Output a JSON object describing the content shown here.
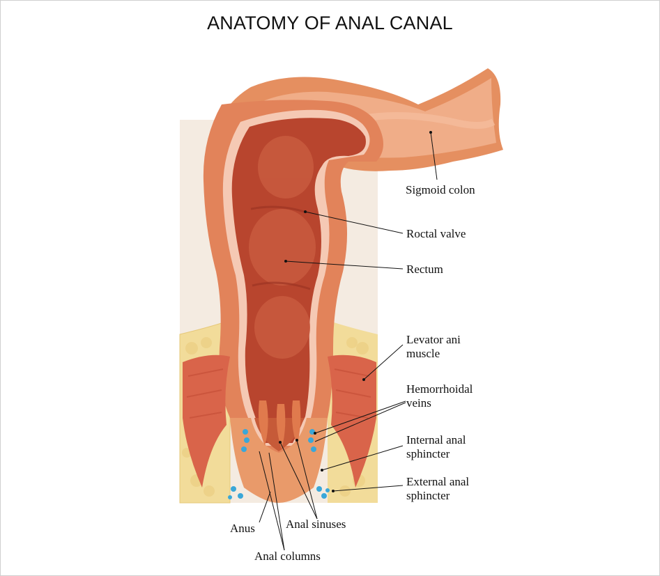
{
  "title": "ANATOMY OF ANAL CANAL",
  "labels": {
    "sigmoid_colon": "Sigmoid colon",
    "rectal_valve": "Roctal valve",
    "rectum": "Rectum",
    "levator_1": "Levator ani",
    "levator_2": "muscle",
    "hemorrhoidal_1": "Hemorrhoidal",
    "hemorrhoidal_2": "veins",
    "internal_1": "Internal anal",
    "internal_2": "sphincter",
    "external_1": "External anal",
    "external_2": "sphincter",
    "anus": "Anus",
    "anal_sinuses": "Anal sinuses",
    "anal_columns": "Anal columns"
  },
  "colors": {
    "background_panel": "#f3e9df",
    "fat": "#f2dc9a",
    "colon_outer": "#e38a5c",
    "colon_light": "#f0b08d",
    "lumen": "#b8452e",
    "lumen_dark": "#9c3524",
    "muscle": "#d9644a",
    "vein": "#3aa7d8"
  }
}
